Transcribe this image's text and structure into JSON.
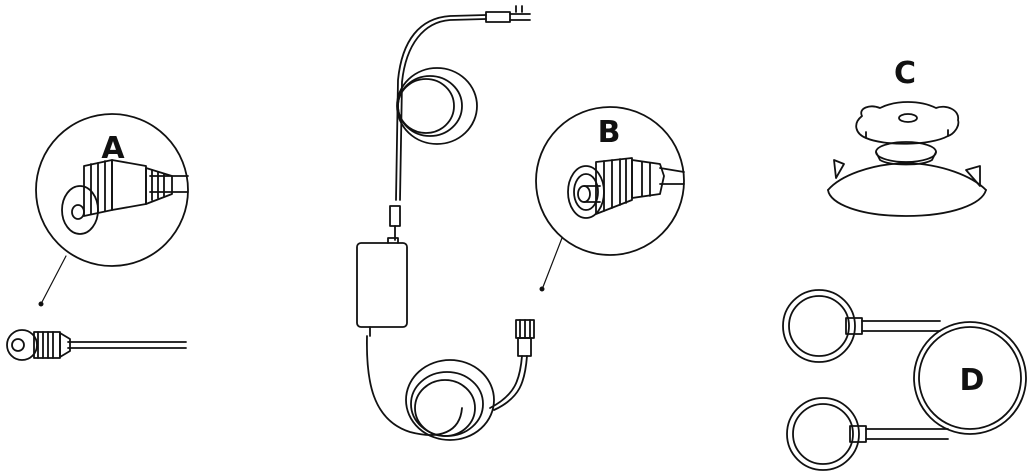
{
  "labels": {
    "a": "A",
    "b": "B",
    "c": "C",
    "d": "D"
  },
  "colors": {
    "line": "#111111",
    "background": "#ffffff"
  },
  "icons": {
    "part_a": "coax-connector-icon",
    "part_b": "threaded-connector-icon",
    "part_c": "suction-cup-mount-icon",
    "part_d": "cable-ties-icon",
    "main": "power-adapter-cable-icon"
  }
}
